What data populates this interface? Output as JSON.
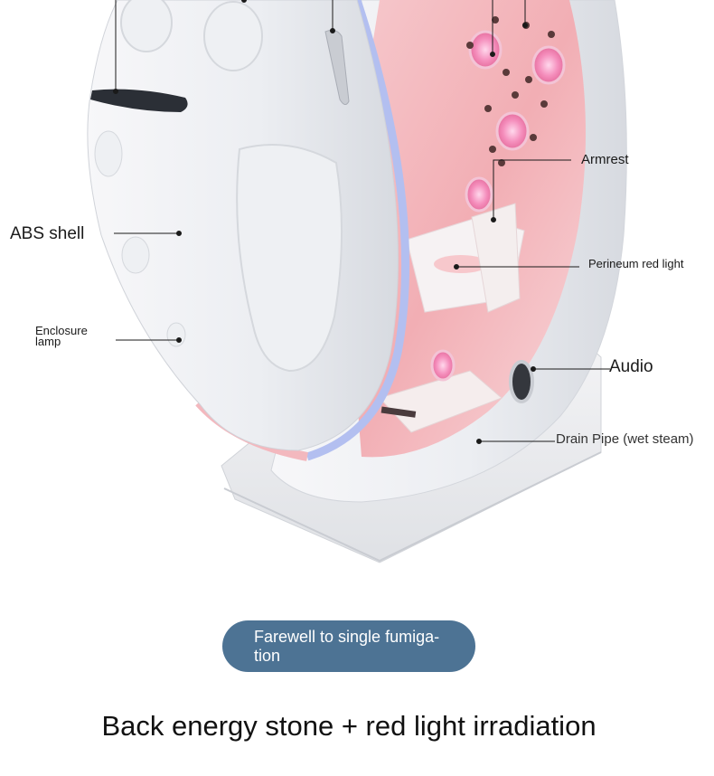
{
  "labels": {
    "abs_shell": "ABS shell",
    "enclosure_lamp_line1": "Enclosure",
    "enclosure_lamp_line2": "lamp",
    "armrest": "Armrest",
    "perineum_red_light": "Perineum red light",
    "audio": "Audio",
    "drain_pipe": "Drain Pipe (wet steam)"
  },
  "banner": {
    "line1": "Farewell to single fumiga-",
    "line2": "tion"
  },
  "caption": "Back energy stone + red light irradiation",
  "colors": {
    "banner": "#4d7394",
    "red_light": "#f7b4bd",
    "shell": "#f1f1f4",
    "edge_glow": "#a9b8ee"
  }
}
